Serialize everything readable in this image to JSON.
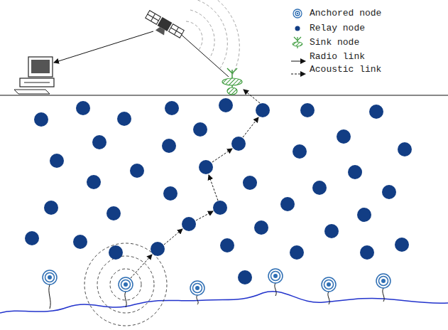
{
  "diagram": {
    "legend": [
      {
        "text": "Anchored node"
      },
      {
        "text": "Relay node"
      },
      {
        "text": "Sink node"
      },
      {
        "text": "Radio link"
      },
      {
        "text": "Acoustic link"
      }
    ]
  }
}
